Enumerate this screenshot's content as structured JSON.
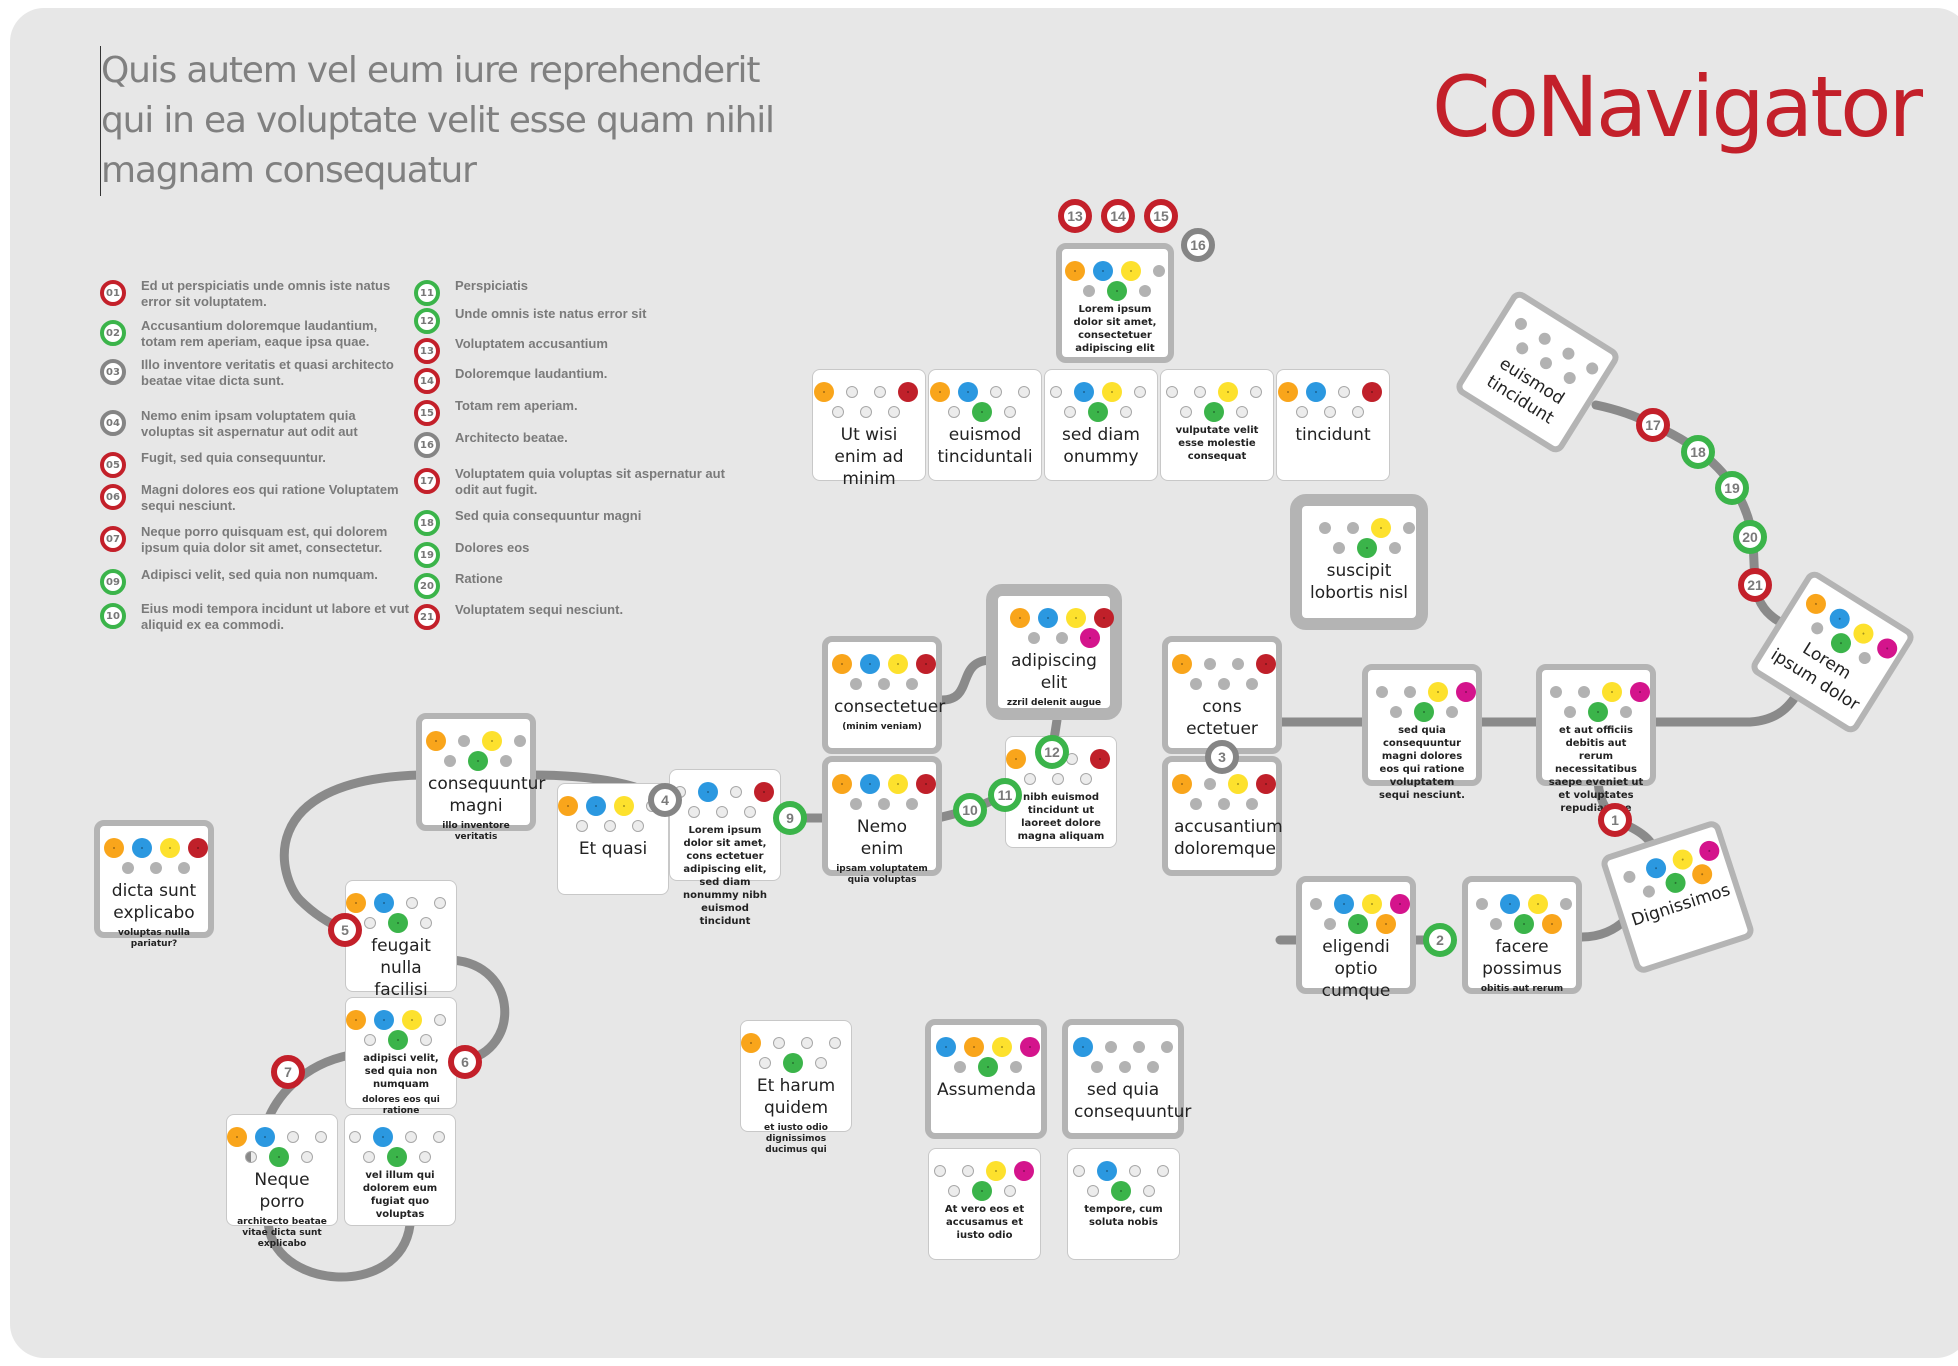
{
  "headline": [
    "Quis autem vel eum iure reprehenderit",
    "qui in ea voluptate velit esse quam nihil",
    "magnam consequatur"
  ],
  "brand": "CoNavigator",
  "colors": {
    "red": "#c3202a",
    "green": "#3bb44a",
    "grey": "#858585",
    "orange": "#f9a51b",
    "blue": "#2b98e0",
    "yellow": "#fde12d",
    "magenta": "#d4148c",
    "darkred": "#c0202a",
    "brand": "#c3202a",
    "text": "#7a7a7a"
  },
  "legend": [
    {
      "num": "01",
      "color": "red",
      "text": "Ed ut perspiciatis unde omnis iste natus error sit voluptatem."
    },
    {
      "num": "02",
      "color": "green",
      "text": "Accusantium doloremque laudantium, totam rem aperiam, eaque ipsa quae."
    },
    {
      "num": "03",
      "color": "grey",
      "text": "Illo inventore veritatis et quasi architecto beatae vitae dicta sunt."
    },
    {
      "num": "04",
      "color": "grey",
      "text": "Nemo enim ipsam voluptatem quia voluptas sit aspernatur aut odit aut"
    },
    {
      "num": "05",
      "color": "red",
      "text": "Fugit, sed quia consequuntur."
    },
    {
      "num": "06",
      "color": "red",
      "text": "Magni dolores eos qui ratione Voluptatem sequi nesciunt."
    },
    {
      "num": "07",
      "color": "red",
      "text": "Neque porro quisquam est, qui dolorem ipsum quia dolor sit amet, consectetur."
    },
    {
      "num": "09",
      "color": "green",
      "text": "Adipisci velit, sed quia non numquam."
    },
    {
      "num": "10",
      "color": "green",
      "text": "Eius modi tempora incidunt ut labore et vut aliquid ex ea commodi."
    },
    {
      "num": "11",
      "color": "green",
      "text": "Perspiciatis"
    },
    {
      "num": "12",
      "color": "green",
      "text": "Unde omnis iste natus error sit"
    },
    {
      "num": "13",
      "color": "red",
      "text": "Voluptatem accusantium"
    },
    {
      "num": "14",
      "color": "red",
      "text": "Doloremque laudantium."
    },
    {
      "num": "15",
      "color": "red",
      "text": "Totam rem aperiam."
    },
    {
      "num": "16",
      "color": "grey",
      "text": "Architecto beatae."
    },
    {
      "num": "17",
      "color": "red",
      "text": "Voluptatem quia voluptas sit aspernatur aut odit aut fugit."
    },
    {
      "num": "18",
      "color": "green",
      "text": "Sed quia consequuntur magni"
    },
    {
      "num": "19",
      "color": "green",
      "text": "Dolores eos"
    },
    {
      "num": "20",
      "color": "green",
      "text": "Ratione"
    },
    {
      "num": "21",
      "color": "red",
      "text": "Voluptatem sequi nesciunt."
    }
  ],
  "cards": [
    {
      "id": "top-lorem",
      "border": "thick",
      "dots": [
        "orange",
        "blue",
        "yellow",
        "f",
        "f",
        "green",
        "f"
      ],
      "desc": "Lorem ipsum dolor sit amet, consectetuer adipiscing elit"
    },
    {
      "id": "ut-wisi",
      "border": "thin",
      "dots": [
        "orange",
        "h",
        "h",
        "darkred",
        "h",
        "h",
        "h"
      ],
      "title": "Ut wisi enim ad minim"
    },
    {
      "id": "euismod-tinciduntali",
      "border": "thin",
      "dots": [
        "orange",
        "blue",
        "h",
        "h",
        "h",
        "green",
        "h"
      ],
      "title": "euismod tinciduntali"
    },
    {
      "id": "sed-diam",
      "border": "thin",
      "dots": [
        "h",
        "blue",
        "yellow",
        "h",
        "h",
        "green",
        "h"
      ],
      "title": "sed diam onummy"
    },
    {
      "id": "vulputate",
      "border": "thin",
      "dots": [
        "h",
        "h",
        "yellow",
        "h",
        "h",
        "green",
        "h"
      ],
      "desc": "vulputate velit esse molestie consequat"
    },
    {
      "id": "tincidunt",
      "border": "thin",
      "dots": [
        "orange",
        "blue",
        "h",
        "darkred",
        "h",
        "h",
        "h"
      ],
      "title": "tincidunt"
    },
    {
      "id": "suscipit",
      "border": "xthick",
      "dots": [
        "f",
        "f",
        "yellow",
        "f",
        "f",
        "green",
        "f"
      ],
      "title": "suscipit lobortis nisl"
    },
    {
      "id": "euismod-tincidunt",
      "border": "thick",
      "dots": [
        "f",
        "f",
        "f",
        "f",
        "f",
        "f",
        "f"
      ],
      "title": "euismod tincidunt"
    },
    {
      "id": "lorem-ipsum-dolor",
      "border": "thick",
      "dots": [
        "orange",
        "blue",
        "yellow",
        "magenta",
        "f",
        "green",
        "f"
      ],
      "title": "Lorem ipsum dolor"
    },
    {
      "id": "consectetuer",
      "border": "thick",
      "dots": [
        "orange",
        "blue",
        "yellow",
        "darkred",
        "f",
        "f",
        "f"
      ],
      "title": "consectetuer",
      "sub": "(minim veniam)"
    },
    {
      "id": "adipiscing-elit",
      "border": "xthick",
      "dots": [
        "orange",
        "blue",
        "yellow",
        "darkred",
        "f",
        "f",
        "magenta"
      ],
      "title": "adipiscing elit",
      "sub": "zzril delenit augue"
    },
    {
      "id": "nemo-enim",
      "border": "thick",
      "dots": [
        "orange",
        "blue",
        "yellow",
        "darkred",
        "f",
        "f",
        "f"
      ],
      "title": "Nemo enim",
      "sub": "ipsam voluptatem quia voluptas"
    },
    {
      "id": "nibh-euismod",
      "border": "thin",
      "dots": [
        "orange",
        "h",
        "h",
        "darkred",
        "h",
        "h",
        "h"
      ],
      "desc": "nibh euismod tincidunt ut laoreet dolore magna aliquam"
    },
    {
      "id": "cons-ectetuer",
      "border": "thick",
      "dots": [
        "orange",
        "f",
        "f",
        "darkred",
        "f",
        "f",
        "f"
      ],
      "title": "cons ectetuer"
    },
    {
      "id": "accusantium",
      "border": "thick",
      "dots": [
        "orange",
        "f",
        "yellow",
        "darkred",
        "f",
        "f",
        "f"
      ],
      "title": "accusantium doloremque"
    },
    {
      "id": "sed-quia-consequuntur-magni",
      "border": "thick",
      "dots": [
        "f",
        "f",
        "yellow",
        "magenta",
        "f",
        "green",
        "f"
      ],
      "desc": "sed quia consequuntur magni dolores eos qui ratione voluptatem sequi nesciunt."
    },
    {
      "id": "et-aut-officiis",
      "border": "thick",
      "dots": [
        "f",
        "f",
        "yellow",
        "magenta",
        "f",
        "green",
        "f"
      ],
      "desc": "et aut officiis debitis aut rerum necessitatibus saepe eveniet ut et voluptates repudiandae"
    },
    {
      "id": "eligendi",
      "border": "thick",
      "dots": [
        "f",
        "blue",
        "yellow",
        "magenta",
        "f",
        "green",
        "orange"
      ],
      "title": "eligendi optio cumque"
    },
    {
      "id": "facere",
      "border": "thick",
      "dots": [
        "f",
        "blue",
        "yellow",
        "f",
        "f",
        "green",
        "orange"
      ],
      "title": "facere possimus",
      "sub": "obitis aut rerum"
    },
    {
      "id": "dignissimos",
      "border": "thick",
      "dots": [
        "f",
        "blue",
        "yellow",
        "magenta",
        "f",
        "green",
        "orange"
      ],
      "title": "Dignissimos"
    },
    {
      "id": "consequuntur-magni",
      "border": "thick",
      "dots": [
        "orange",
        "f",
        "yellow",
        "f",
        "f",
        "green",
        "f"
      ],
      "title": "consequuntur magni",
      "sub": "illo inventore veritatis"
    },
    {
      "id": "et-quasi",
      "border": "thin",
      "dots": [
        "orange",
        "blue",
        "yellow",
        "h",
        "h",
        "h",
        "h"
      ],
      "title": "Et quasi"
    },
    {
      "id": "lorem-small",
      "border": "thin",
      "dots": [
        "h",
        "blue",
        "h",
        "darkred",
        "h",
        "h",
        "h"
      ],
      "desc": "Lorem ipsum dolor sit amet, cons ectetuer adipiscing elit, sed diam nonummy nibh euismod tincidunt"
    },
    {
      "id": "dicta-sunt",
      "border": "thick",
      "dots": [
        "orange",
        "blue",
        "yellow",
        "darkred",
        "f",
        "f",
        "f"
      ],
      "title": "dicta sunt explicabo",
      "sub": "voluptas nulla pariatur?"
    },
    {
      "id": "feugait",
      "border": "thin",
      "dots": [
        "orange",
        "blue",
        "h",
        "h",
        "h",
        "green",
        "h"
      ],
      "title": "feugait nulla facilisi"
    },
    {
      "id": "adipisci-velit",
      "border": "thin",
      "dots": [
        "orange",
        "blue",
        "yellow",
        "h",
        "h",
        "green",
        "h"
      ],
      "desc": "adipisci velit, sed quia non numquam",
      "sub": "dolores eos qui ratione"
    },
    {
      "id": "neque-porro",
      "border": "thin",
      "dots": [
        "orange",
        "blue",
        "h",
        "h",
        "half",
        "green",
        "h"
      ],
      "title": "Neque porro",
      "sub": "architecto beatae vitae dicta sunt explicabo"
    },
    {
      "id": "vel-illum",
      "border": "thin",
      "dots": [
        "h",
        "blue",
        "h",
        "h",
        "h",
        "green",
        "h"
      ],
      "desc": "vel illum qui dolorem eum fugiat quo voluptas"
    },
    {
      "id": "et-harum",
      "border": "thin",
      "dots": [
        "orange",
        "h",
        "h",
        "h",
        "h",
        "green",
        "h"
      ],
      "title": "Et harum quidem",
      "sub": "et iusto odio dignissimos ducimus qui"
    },
    {
      "id": "assumenda",
      "border": "thick",
      "dots": [
        "blue",
        "orange",
        "yellow",
        "magenta",
        "f",
        "green",
        "f"
      ],
      "title": "Assumenda"
    },
    {
      "id": "sed-quia-consequuntur",
      "border": "thick",
      "dots": [
        "blue",
        "f",
        "f",
        "f",
        "f",
        "f",
        "f"
      ],
      "title": "sed quia consequuntur"
    },
    {
      "id": "at-vero",
      "border": "thin",
      "dots": [
        "h",
        "h",
        "yellow",
        "magenta",
        "h",
        "green",
        "h"
      ],
      "desc": "At vero eos et accusamus et iusto odio"
    },
    {
      "id": "tempore",
      "border": "thin",
      "dots": [
        "h",
        "blue",
        "h",
        "h",
        "h",
        "green",
        "h"
      ],
      "desc": "tempore, cum soluta nobis"
    }
  ],
  "markers": [
    {
      "num": "1",
      "color": "red"
    },
    {
      "num": "2",
      "color": "green"
    },
    {
      "num": "3",
      "color": "grey"
    },
    {
      "num": "4",
      "color": "grey"
    },
    {
      "num": "5",
      "color": "red"
    },
    {
      "num": "6",
      "color": "red"
    },
    {
      "num": "7",
      "color": "red"
    },
    {
      "num": "9",
      "color": "green"
    },
    {
      "num": "10",
      "color": "green"
    },
    {
      "num": "11",
      "color": "green"
    },
    {
      "num": "12",
      "color": "green"
    },
    {
      "num": "13",
      "color": "red"
    },
    {
      "num": "14",
      "color": "red"
    },
    {
      "num": "15",
      "color": "red"
    },
    {
      "num": "16",
      "color": "grey"
    },
    {
      "num": "17",
      "color": "red"
    },
    {
      "num": "18",
      "color": "green"
    },
    {
      "num": "19",
      "color": "green"
    },
    {
      "num": "20",
      "color": "green"
    },
    {
      "num": "21",
      "color": "red"
    }
  ]
}
